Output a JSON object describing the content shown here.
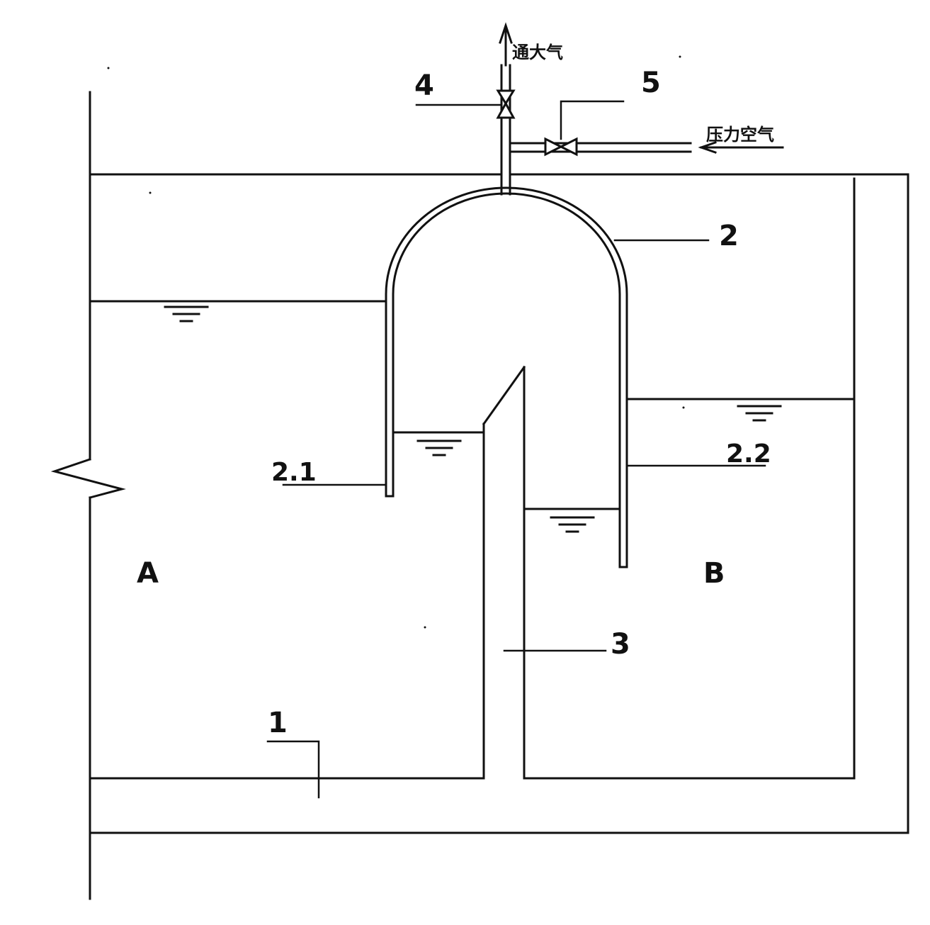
{
  "diagram": {
    "labels": {
      "chamber_a": "A",
      "chamber_b": "B",
      "part_1": "1",
      "part_2": "2",
      "part_2_1": "2.1",
      "part_2_2": "2.2",
      "part_3": "3",
      "part_4": "4",
      "part_5": "5",
      "to_atmosphere": "通大气",
      "pressure_air": "压力空气"
    },
    "colors": {
      "line": "#111111",
      "background": "#ffffff"
    }
  }
}
